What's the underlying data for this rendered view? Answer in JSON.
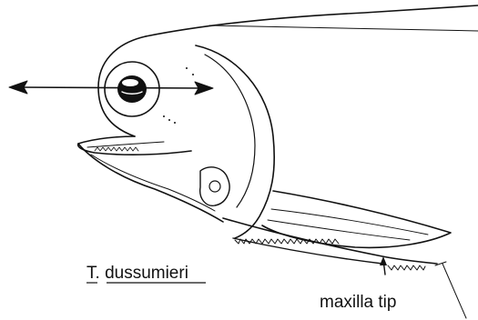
{
  "figure": {
    "species_genus_abbrev": "T",
    "species_name_rest": "dussumieri",
    "annotation_label": "maxilla tip"
  },
  "colors": {
    "ink": "#111111",
    "paper": "#ffffff"
  },
  "icons": {
    "double_arrow": "double-headed-arrow-icon"
  }
}
